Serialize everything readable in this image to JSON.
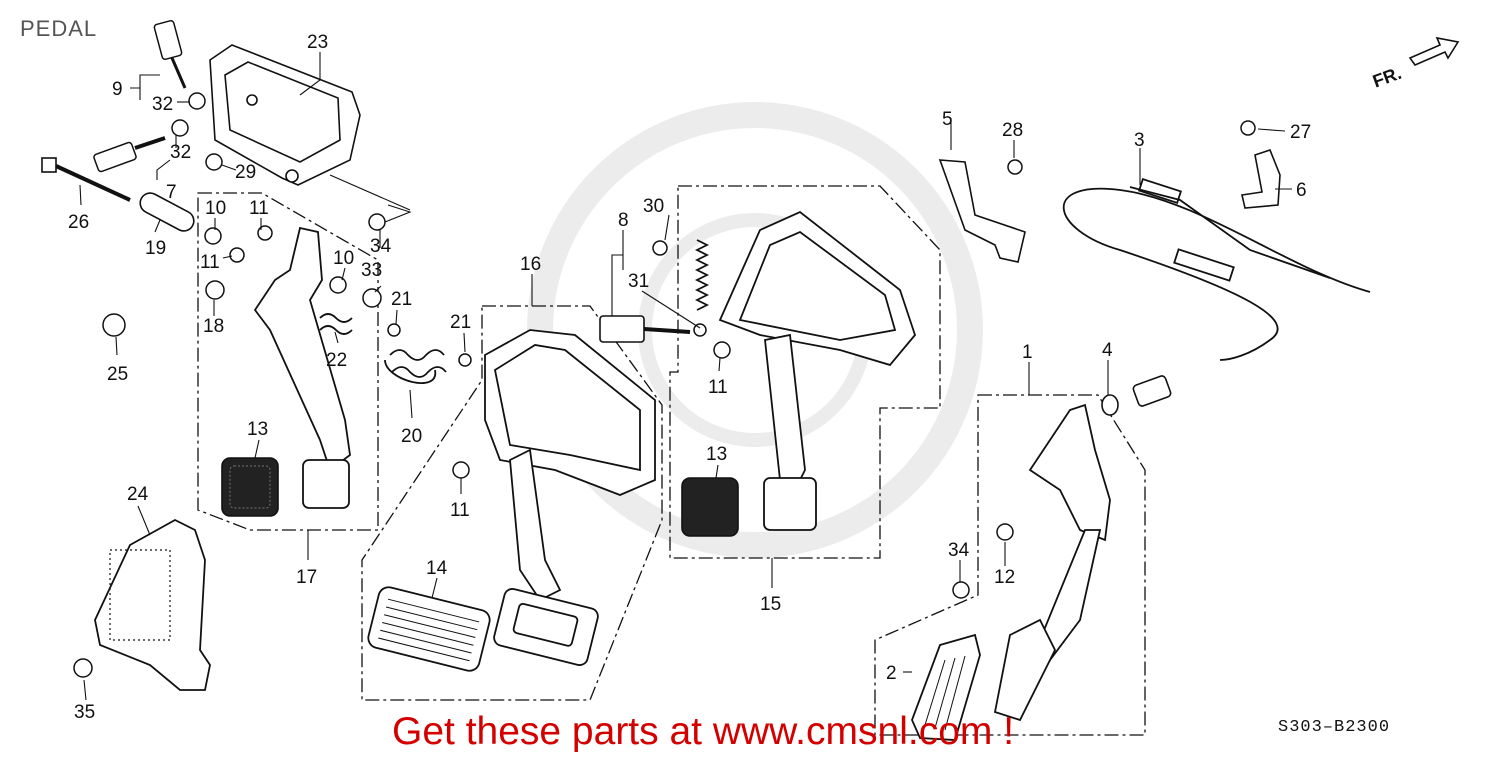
{
  "title": "PEDAL",
  "diagram_code": "S303–B2300",
  "promo_text": "Get these parts at www.cmsnl.com !",
  "front_marker": "FR.",
  "callouts": {
    "c1": "1",
    "c2": "2",
    "c3": "3",
    "c4": "4",
    "c5": "5",
    "c6": "6",
    "c7": "7",
    "c8": "8",
    "c9": "9",
    "c10a": "10",
    "c10b": "10",
    "c11a": "11",
    "c11b": "11",
    "c11c": "11",
    "c11d": "11",
    "c12": "12",
    "c13a": "13",
    "c13b": "13",
    "c14": "14",
    "c15": "15",
    "c16": "16",
    "c17": "17",
    "c18": "18",
    "c19": "19",
    "c20": "20",
    "c21a": "21",
    "c21b": "21",
    "c22": "22",
    "c23": "23",
    "c24": "24",
    "c25": "25",
    "c26": "26",
    "c27": "27",
    "c28": "28",
    "c29": "29",
    "c30": "30",
    "c31": "31",
    "c32a": "32",
    "c32b": "32",
    "c33": "33",
    "c34a": "34",
    "c34b": "34",
    "c35": "35"
  }
}
